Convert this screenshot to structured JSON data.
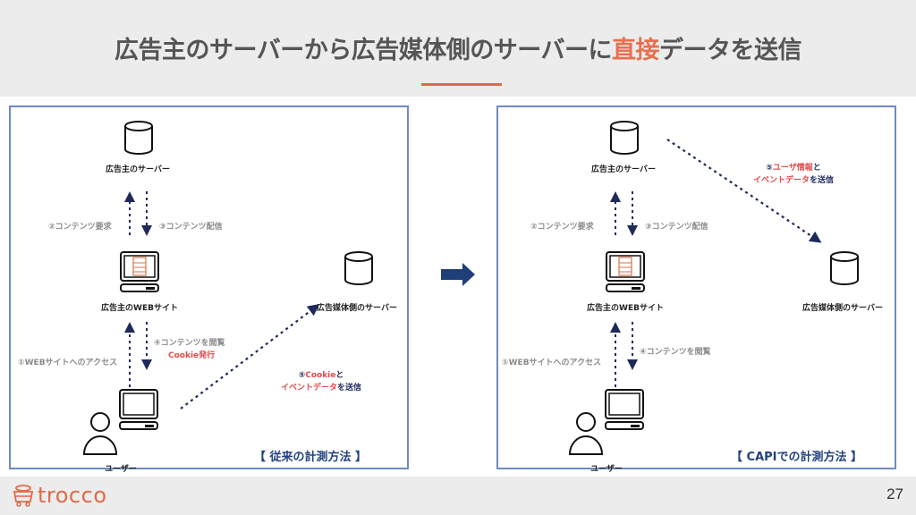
{
  "slide": {
    "title_before": "広告主のサーバーから広告媒体側のサーバーに",
    "title_accent": "直接",
    "title_after": "データを送信",
    "page_number": "27",
    "brand": "trocco",
    "colors": {
      "accent": "#e8704e",
      "panel_border": "#6f8ac0",
      "arrow_navy": "#1f2a5a",
      "highlight_red": "#e14c4c",
      "method_blue": "#23427f"
    }
  },
  "left_panel": {
    "advertiser_server": "広告主のサーバー",
    "advertiser_site": "広告主のWEBサイト",
    "media_server": "広告媒体側のサーバー",
    "user": "ユーザー",
    "step1": "①WEBサイトへのアクセス",
    "step2": "②コンテンツ要求",
    "step3": "③コンテンツ配信",
    "step4": "④コンテンツを閲覧",
    "step4_sub": "Cookie発行",
    "step5_num": "⑤",
    "step5_red1": "Cookie",
    "step5_tail1": "と",
    "step5_red2": "イベントデータ",
    "step5_tail2": "を送信",
    "method": "【 従来の計測方法 】"
  },
  "right_panel": {
    "advertiser_server": "広告主のサーバー",
    "advertiser_site": "広告主のWEBサイト",
    "media_server": "広告媒体側のサーバー",
    "user": "ユーザー",
    "step1": "①WEBサイトへのアクセス",
    "step2": "②コンテンツ要求",
    "step3": "③コンテンツ配信",
    "step4": "④コンテンツを閲覧",
    "step5_num": "⑤",
    "step5_red1": "ユーザ情報",
    "step5_tail1": "と",
    "step5_red2": "イベントデータ",
    "step5_tail2": "を送信",
    "method": "【 CAPIでの計測方法 】"
  }
}
